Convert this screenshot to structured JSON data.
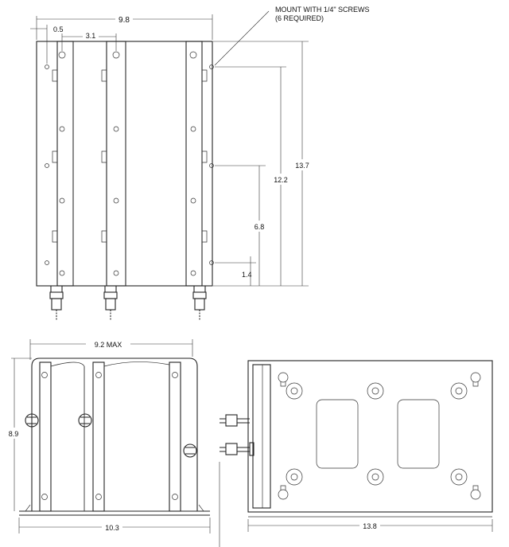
{
  "note": {
    "line1": "MOUNT WITH 1/4\" SCREWS",
    "line2": "(6 REQUIRED)"
  },
  "dimensions": {
    "top_width": "9.8",
    "offset": "0.5",
    "hole_spacing": "3.1",
    "height_total": "13.7",
    "height_12": "12.2",
    "height_6": "6.8",
    "height_1": "1.4",
    "front_width": "9.2 MAX",
    "front_height": "8.9",
    "front_base": "10.3",
    "side_base": "13.8"
  }
}
